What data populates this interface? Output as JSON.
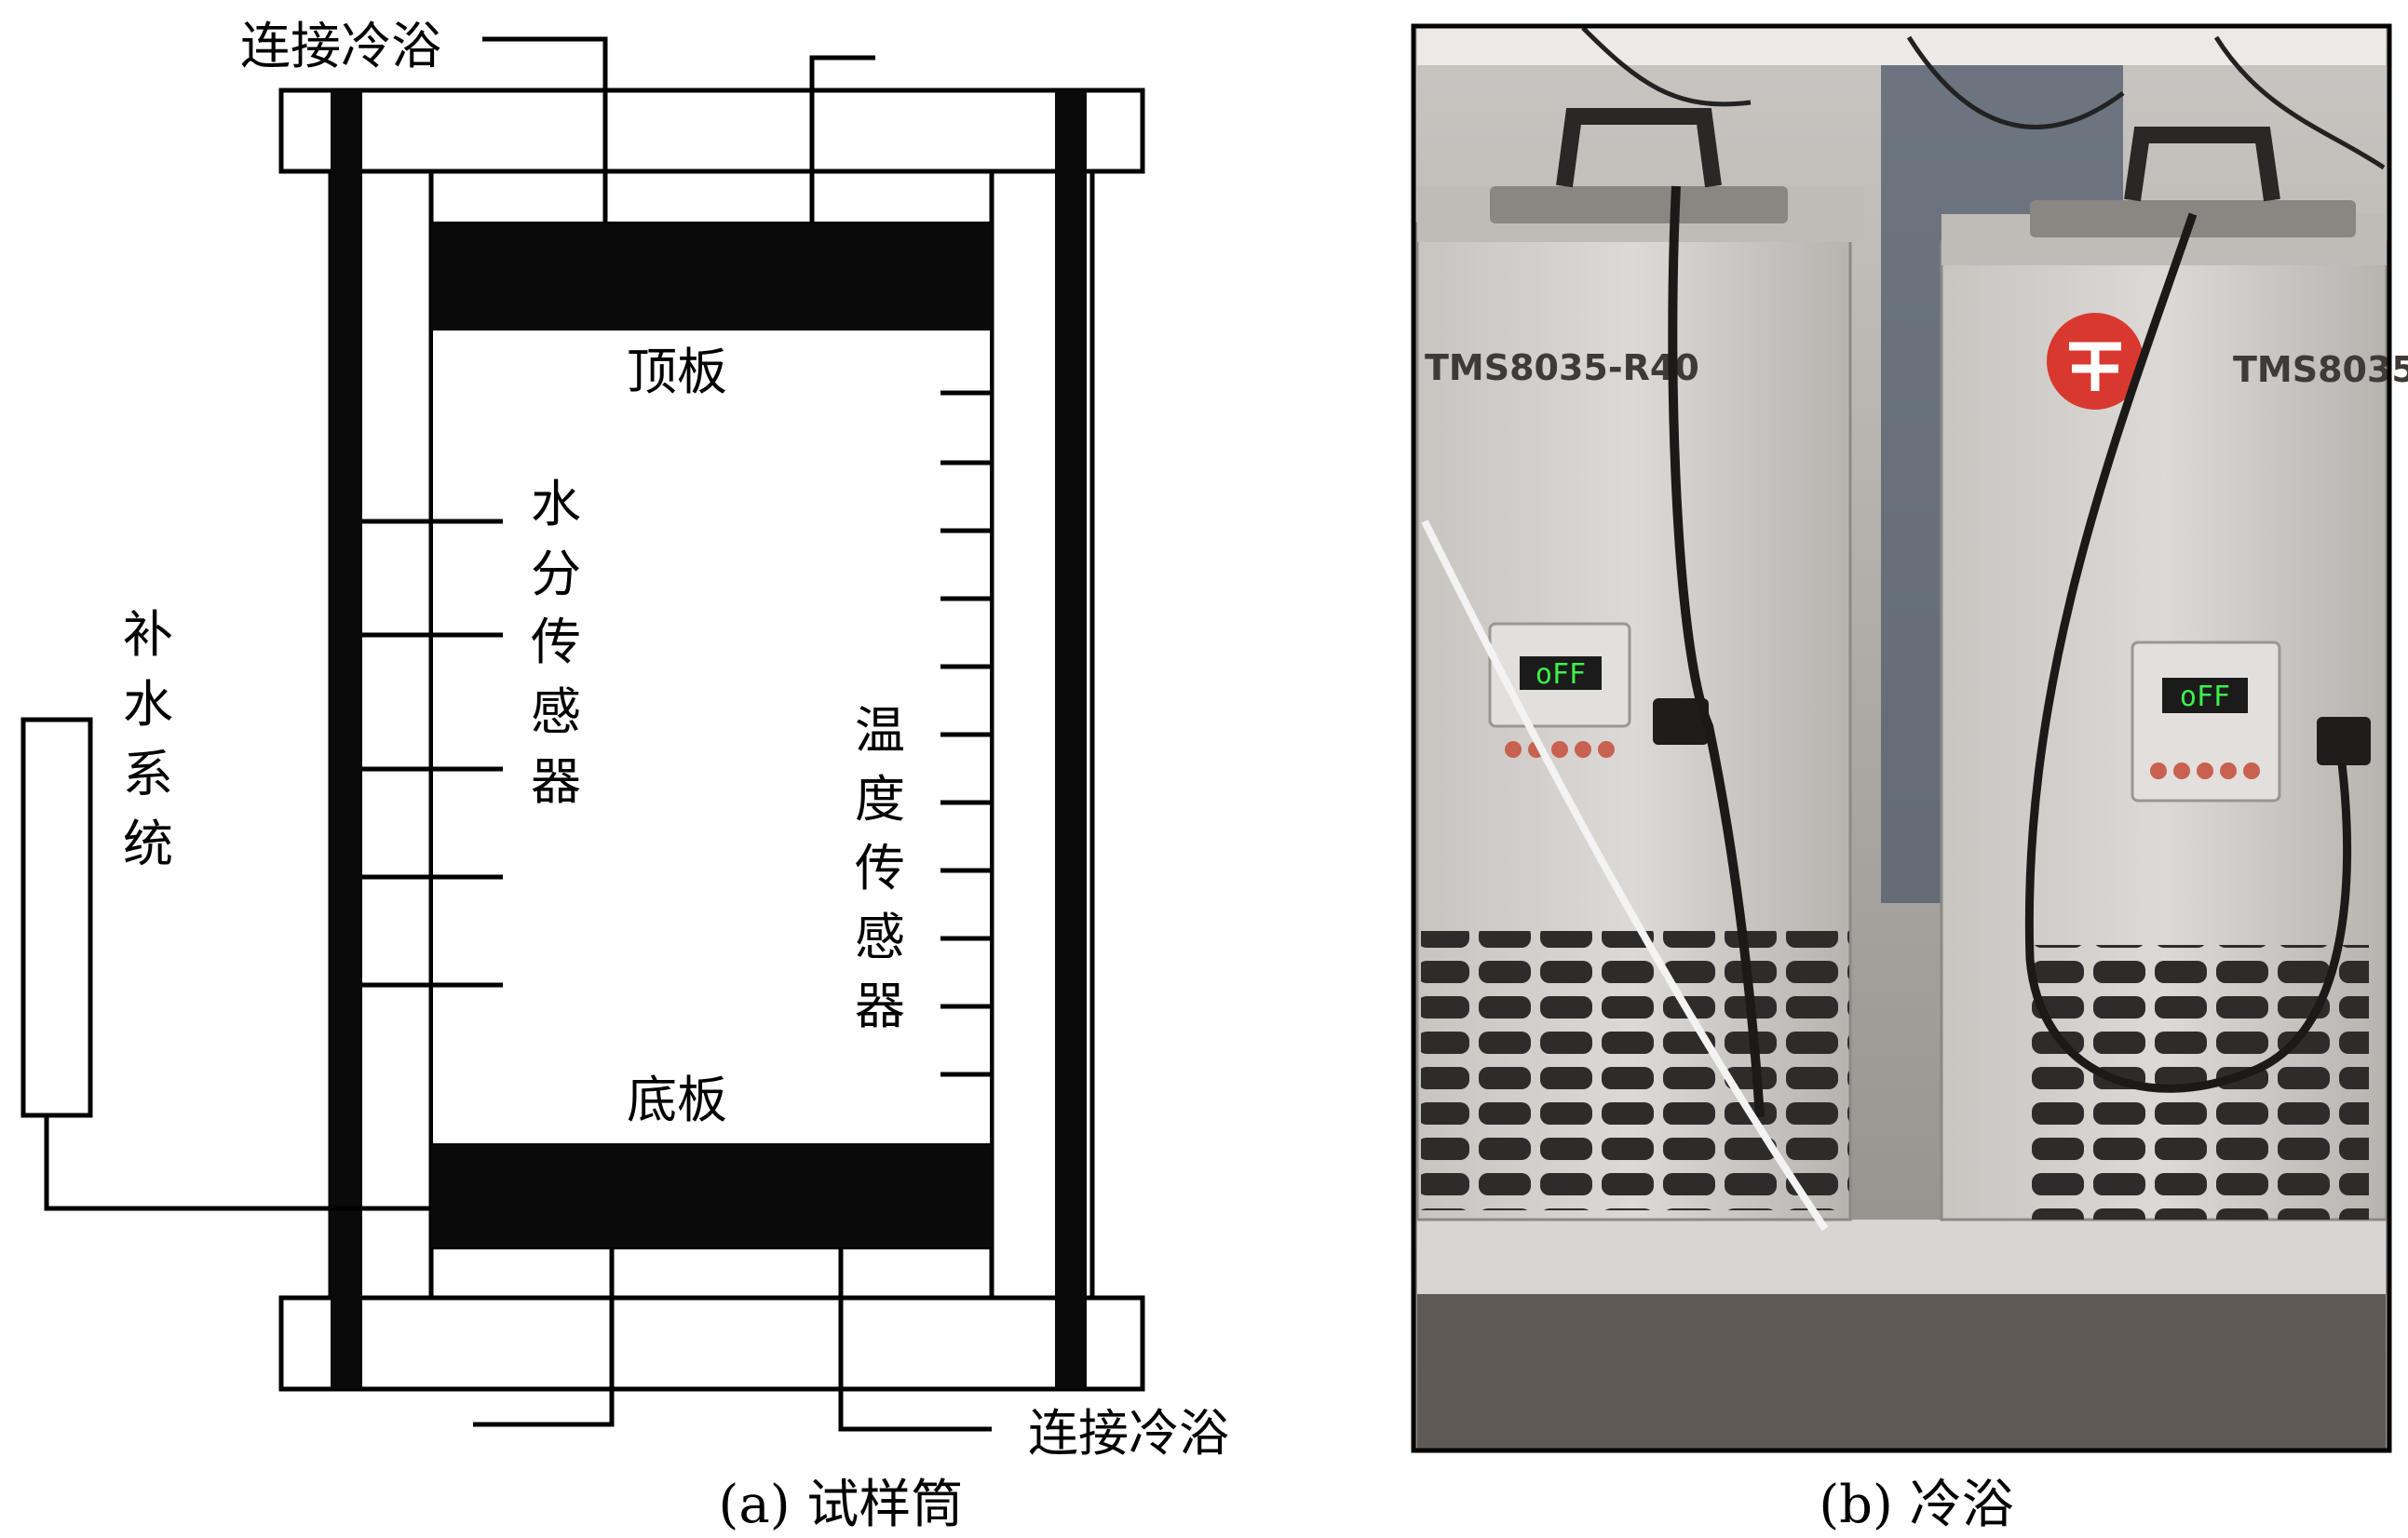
{
  "diagram_a": {
    "labels": {
      "connect_cold_bath_top": "连接冷浴",
      "connect_cold_bath_bottom": "连接冷浴",
      "top_plate": "顶板",
      "bottom_plate": "底板",
      "moisture_sensor": [
        "水",
        "分",
        "传",
        "感",
        "器"
      ],
      "temperature_sensor": [
        "温",
        "度",
        "传",
        "感",
        "器"
      ],
      "water_supply_system": [
        "补",
        "水",
        "系",
        "统"
      ]
    },
    "caption": "(a) 试样筒"
  },
  "photo_b": {
    "model_left": "TMS8035-R40",
    "model_right": "TMS8035",
    "display_left": "oFF",
    "display_right": "oFF",
    "caption": "(b) 冷浴"
  }
}
